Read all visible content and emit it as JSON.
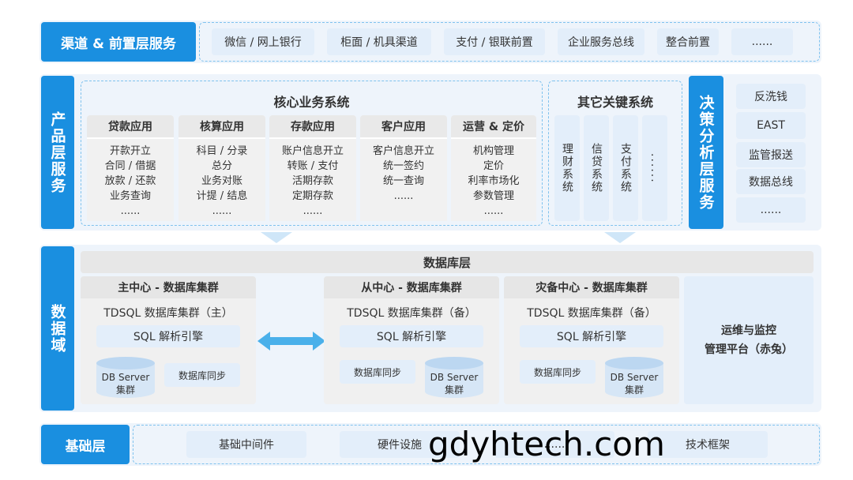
{
  "channel": {
    "label": "渠道 & 前置层服务",
    "items": [
      "微信 / 网上银行",
      "柜面 / 机具渠道",
      "支付 / 银联前置",
      "企业服务总线",
      "整合前置",
      "......"
    ]
  },
  "product": {
    "label": "产品层服务",
    "core_title": "核心业务系统",
    "cards": [
      {
        "title": "贷款应用",
        "lines": [
          "开款开立",
          "合同 / 借据",
          "放款 / 还款",
          "业务查询",
          "......"
        ]
      },
      {
        "title": "核算应用",
        "lines": [
          "科目 / 分录",
          "总分",
          "业务对账",
          "计提 / 结息",
          "......"
        ]
      },
      {
        "title": "存款应用",
        "lines": [
          "账户信息开立",
          "转账 / 支付",
          "活期存款",
          "定期存款",
          "......"
        ]
      },
      {
        "title": "客户应用",
        "lines": [
          "客户信息开立",
          "统一签约",
          "统一查询",
          "......"
        ]
      },
      {
        "title": "运营 & 定价",
        "lines": [
          "机构管理",
          "定价",
          "利率市场化",
          "参数管理",
          "......"
        ]
      }
    ],
    "other_title": "其它关键系统",
    "other_items": [
      "理财系统",
      "信贷系统",
      "支付系统",
      "......"
    ]
  },
  "decision": {
    "label": "决策分析层服务",
    "items": [
      "反洗钱",
      "EAST",
      "监管报送",
      "数据总线",
      "......"
    ]
  },
  "data": {
    "label": "数据域",
    "layer_title": "数据库层",
    "clusters": [
      {
        "title": "主中心 - 数据库集群",
        "tdsql": "TDSQL 数据库集群（主）",
        "sql": "SQL 解析引擎",
        "db": "DB Server\n集群",
        "sync": "数据库同步"
      },
      {
        "title": "从中心 - 数据库集群",
        "tdsql": "TDSQL 数据库集群（备）",
        "sql": "SQL 解析引擎",
        "db": "DB Server\n集群",
        "sync": "数据库同步"
      },
      {
        "title": "灾备中心 - 数据库集群",
        "tdsql": "TDSQL 数据库集群（备）",
        "sql": "SQL 解析引擎",
        "db": "DB Server\n集群",
        "sync": "数据库同步"
      }
    ],
    "ops": "运维与监控\n管理平台（赤兔）"
  },
  "base": {
    "label": "基础层",
    "items": [
      "基础中间件",
      "硬件设施",
      "......",
      "技术框架"
    ]
  },
  "watermark": "gdyhtech.com",
  "colors": {
    "accent": "#1a8fe0",
    "panel": "#eef4fb",
    "chip": "#e3eefa",
    "dashed": "#7fc2ee"
  }
}
